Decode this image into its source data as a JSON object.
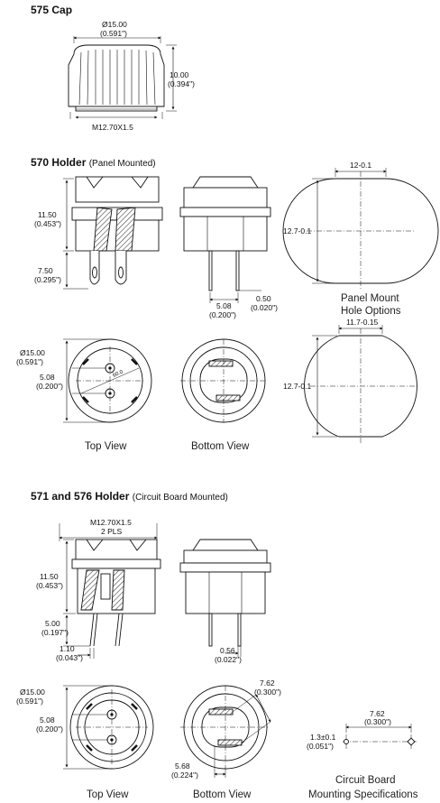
{
  "sections": {
    "cap575": {
      "title": "575 Cap"
    },
    "holder570": {
      "title": "570 Holder",
      "subtitle": "(Panel Mounted)"
    },
    "holder571": {
      "title": "571 and 576 Holder",
      "subtitle": "(Circuit Board Mounted)"
    }
  },
  "cap": {
    "diameter": "Ø15.00",
    "diameter_in": "(0.591\")",
    "height": "10.00",
    "height_in": "(0.394\")",
    "thread": "M12.70X1.5"
  },
  "panel": {
    "height": "11.50",
    "height_in": "(0.453\")",
    "pin": "7.50",
    "pin_in": "(0.295\")",
    "pitch": "5.08",
    "pitch_in": "(0.200\")",
    "thick": "0.50",
    "thick_in": "(0.020\")",
    "top_dia": "Ø15.00",
    "top_dia_in": "(0.591\")",
    "top_pitch": "5.08",
    "top_pitch_in": "(0.200\")",
    "angle": "60.0",
    "top_view": "Top View",
    "bottom_view": "Bottom View",
    "hole1_w": "12-0.1",
    "hole1_h": "12.7-0.1",
    "hole_caption1": "Panel Mount",
    "hole_caption2": "Hole Options",
    "hole2_w": "11.7-0.15",
    "hole2_h": "12.7-0.1"
  },
  "pcb": {
    "thread": "M12.70X1.5",
    "thread_pls": "2 PLS",
    "height": "11.50",
    "height_in": "(0.453\")",
    "pin": "5.00",
    "pin_in": "(0.197\")",
    "pin_w": "1.10",
    "pin_w_in": "(0.043\")",
    "thick": "0.56",
    "thick_in": "(0.022\")",
    "top_dia": "Ø15.00",
    "top_dia_in": "(0.591\")",
    "top_pitch": "5.08",
    "top_pitch_in": "(0.200\")",
    "b_spacing": "7.62",
    "b_spacing_in": "(0.300\")",
    "b_offset": "5.68",
    "b_offset_in": "(0.224\")",
    "top_view": "Top View",
    "bottom_view": "Bottom View",
    "cb_spacing": "7.62",
    "cb_spacing_in": "(0.300\")",
    "cb_hole": "1.3±0.1",
    "cb_hole_in": "(0.051\")",
    "cb_caption1": "Circuit Board",
    "cb_caption2": "Mounting Specifications"
  }
}
